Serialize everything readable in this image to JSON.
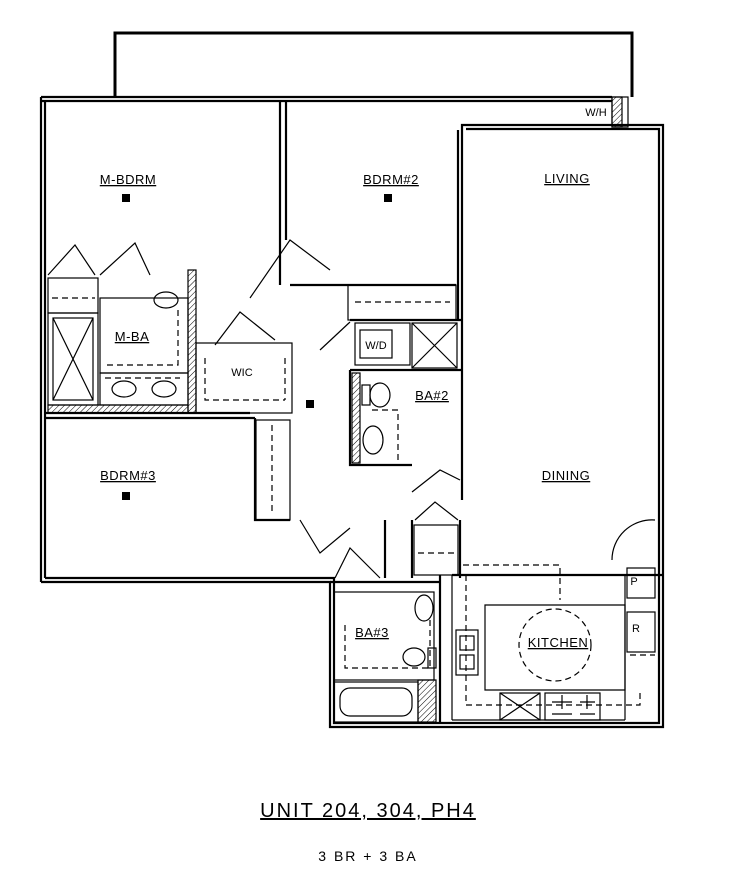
{
  "rooms": {
    "m_bdrm": "M-BDRM",
    "bdrm2": "BDRM#2",
    "living": "LIVING",
    "m_ba": "M-BA",
    "wic": "WIC",
    "w_d": "W/D",
    "ba2": "BA#2",
    "bdrm3": "BDRM#3",
    "dining": "DINING",
    "ba3": "BA#3",
    "kitchen": "KITCHEN",
    "w_h": "W/H",
    "pantry": "P",
    "fridge": "R"
  },
  "unit": {
    "title": "UNIT 204, 304, PH4",
    "subtitle": "3 BR + 3 BA"
  }
}
